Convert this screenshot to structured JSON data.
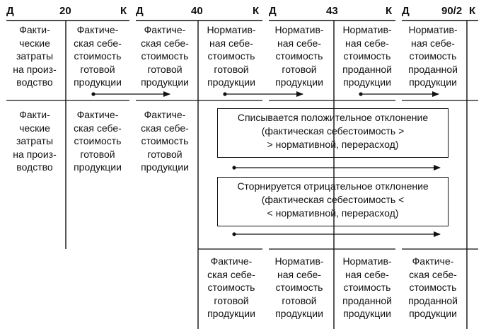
{
  "accounts": [
    {
      "debit": "Д",
      "number": "20",
      "credit": "К"
    },
    {
      "debit": "Д",
      "number": "40",
      "credit": "К"
    },
    {
      "debit": "Д",
      "number": "43",
      "credit": "К"
    },
    {
      "debit": "Д",
      "number": "90/2",
      "credit": "К"
    }
  ],
  "top_row": [
    [
      "Факти-",
      "ческие",
      "затраты",
      "на произ-",
      "водство"
    ],
    [
      "Фактиче-",
      "ская себе-",
      "стоимость",
      "готовой",
      "продукции"
    ],
    [
      "Фактиче-",
      "ская себе-",
      "стоимость",
      "готовой",
      "продукции"
    ],
    [
      "Норматив-",
      "ная себе-",
      "стоимость",
      "готовой",
      "продукции"
    ],
    [
      "Норматив-",
      "ная себе-",
      "стоимость",
      "готовой",
      "продукции"
    ],
    [
      "Норматив-",
      "ная себе-",
      "стоимость",
      "проданной",
      "продукции"
    ],
    [
      "Норматив-",
      "ная себе-",
      "стоимость",
      "проданной",
      "продукции"
    ]
  ],
  "middle_row": [
    [
      "Факти-",
      "ческие",
      "затраты",
      "на произ-",
      "водство"
    ],
    [
      "Фактиче-",
      "ская себе-",
      "стоимость",
      "готовой",
      "продукции"
    ],
    [
      "Фактиче-",
      "ская себе-",
      "стоимость",
      "готовой",
      "продукции"
    ]
  ],
  "box_positive": [
    "Списывается положительное отклонение",
    "(фактическая себестоимость >",
    "> нормативной, перерасход)"
  ],
  "box_negative": [
    "Сторнируется отрицательное отклонение",
    "(фактическая себестоимость <",
    "< нормативной, перерасход)"
  ],
  "bottom_row": [
    [
      "Фактиче-",
      "ская себе-",
      "стоимость",
      "готовой",
      "продукции"
    ],
    [
      "Норматив-",
      "ная себе-",
      "стоимость",
      "готовой",
      "продукции"
    ],
    [
      "Норматив-",
      "ная себе-",
      "стоимость",
      "проданной",
      "продукции"
    ],
    [
      "Фактиче-",
      "ская себе-",
      "стоимость",
      "проданной",
      "продукции"
    ]
  ]
}
